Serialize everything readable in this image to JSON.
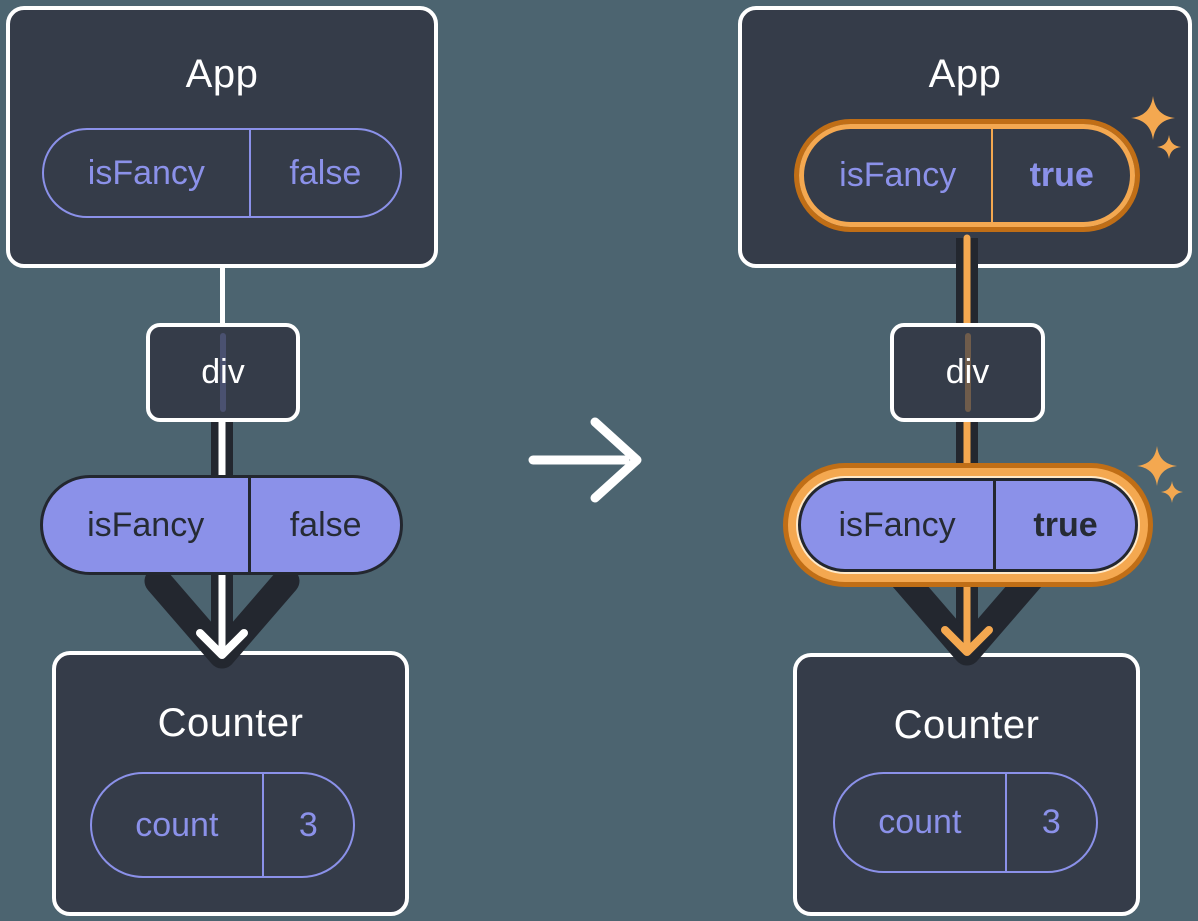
{
  "colors": {
    "canvas-bg": "#4C6470",
    "box-bg": "#353C49",
    "box-border": "#FFFFFF",
    "purple": "#8B91E9",
    "dark": "#23272F",
    "dark-text": "#262B34",
    "orange-dark": "#C06E16",
    "orange-light": "#F4A850",
    "cream": "#FFE9C8",
    "white": "#FFFFFF"
  },
  "icons": {
    "transition_arrow": "right-arrow-icon",
    "sparkle": "sparkle-4-point-icon"
  },
  "left_tree": {
    "app": {
      "title": "App",
      "prop": {
        "name": "isFancy",
        "value": "false"
      }
    },
    "div": {
      "label": "div"
    },
    "prop_pill": {
      "name": "isFancy",
      "value": "false"
    },
    "counter": {
      "title": "Counter",
      "state": {
        "name": "count",
        "value": "3"
      }
    }
  },
  "right_tree": {
    "app": {
      "title": "App",
      "prop": {
        "name": "isFancy",
        "value": "true"
      }
    },
    "div": {
      "label": "div"
    },
    "prop_pill": {
      "name": "isFancy",
      "value": "true"
    },
    "counter": {
      "title": "Counter",
      "state": {
        "name": "count",
        "value": "3"
      }
    }
  }
}
